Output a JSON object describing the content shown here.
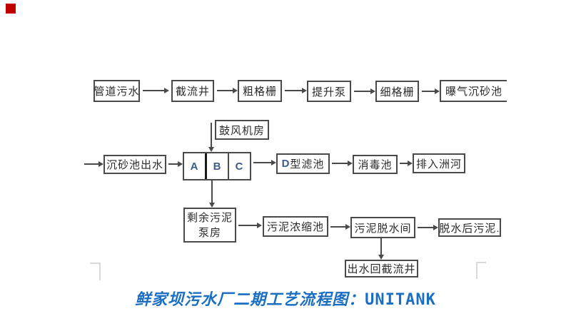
{
  "nodes": {
    "pipe_sewage": "管道污水",
    "intercept_well": "截流井",
    "coarse_screen": "粗格栅",
    "lift_pump": "提升泵",
    "fine_screen": "细格栅",
    "aerated_grit": "曝气沉砂池",
    "blower_room": "鼓风机房",
    "grit_outflow": "沉砂池出水",
    "unitank_a": "A",
    "unitank_b": "B",
    "unitank_c": "C",
    "d_filter_d": "D",
    "d_filter_rest": " 型滤池",
    "disinfection": "消毒池",
    "discharge_river": "排入洲河",
    "surplus_sludge_1": "剩余污泥",
    "surplus_sludge_2": "泵房",
    "sludge_thickening": "污泥浓缩池",
    "sludge_dewatering": "污泥脱水间",
    "dewatered_sludge": "脱水后污泥.",
    "return_intercept": "出水回截流井"
  },
  "caption": {
    "zh": "鲜家坝污水厂二期工艺流程图：",
    "en": "UNITANK",
    "color": "#1a6fc2"
  },
  "colors": {
    "box_border": "#4a4a4a",
    "arrow": "#4a4a4a",
    "latin_label": "#3f5a8c",
    "marker_red": "#c00000",
    "corner_mark": "#d9d9d9"
  }
}
